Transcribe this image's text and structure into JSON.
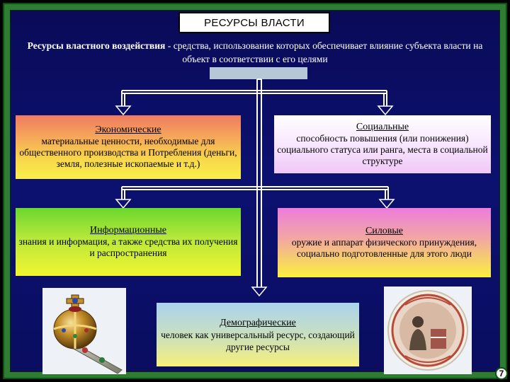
{
  "slide": {
    "title": "РЕСУРСЫ ВЛАСТИ",
    "definition": {
      "term": "Ресурсы властного воздействия",
      "text": " - средства, использование которых обеспечивает влияние субъекта власти на объект в соответствии с его целями"
    },
    "resources": {
      "economic": {
        "heading": "Экономические",
        "body": "материальные ценности, необходимые для общественного производства и Потребления (деньги, земля, полезные ископаемые и т.д.)"
      },
      "social": {
        "heading": "Социальные",
        "body": "способность повышения (или понижения) социального статуса или ранга, места в социальной структуре"
      },
      "informational": {
        "heading": "Информационные",
        "body": "знания и информация, а также средства их получения и распространения"
      },
      "force": {
        "heading": "Силовые",
        "body": "оружие и аппарат физического принуждения, социально подготовленные для этого люди"
      },
      "demographic": {
        "heading": "Демографические",
        "body": "человек как универсальный ресурс, создающий другие ресурсы"
      }
    },
    "page_number": "7"
  },
  "colors": {
    "background": "#0c1170",
    "frame": "#2e7d32",
    "arrow": "#ffffff"
  }
}
